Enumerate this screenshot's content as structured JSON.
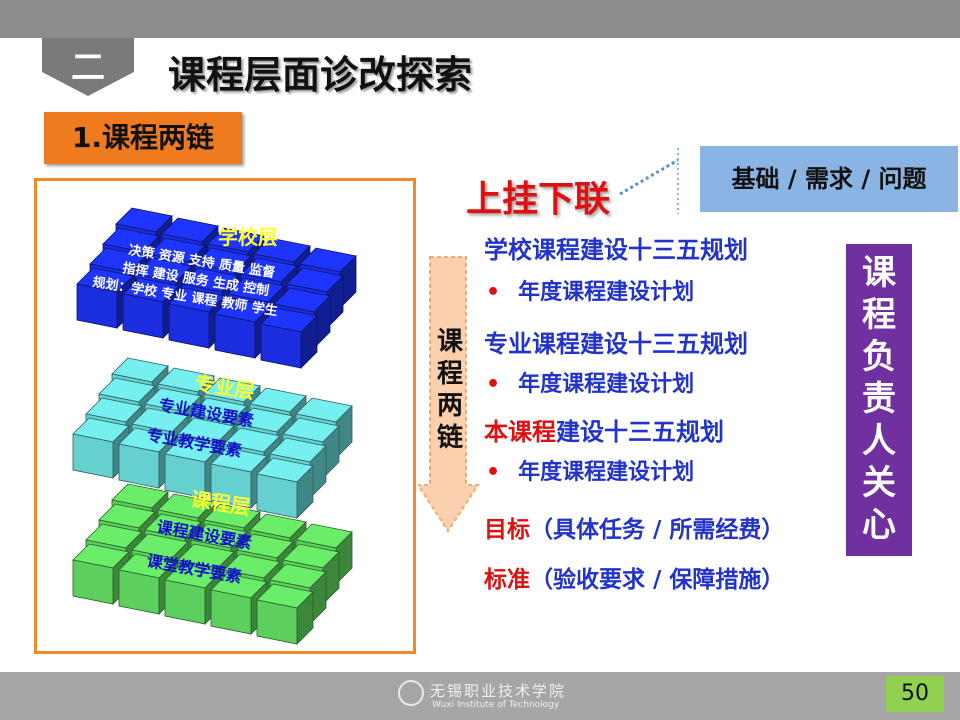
{
  "header": {
    "section_number": "二",
    "title": "课程层面诊改探索"
  },
  "subtitle": "1.课程两链",
  "diagram": {
    "school_layer": {
      "title": "学校层",
      "lines": [
        "决策 资源 支持 质量 监督",
        "指挥 建设 服务 生成 控制",
        "规划：学校 专业 课程 教师 学生"
      ]
    },
    "major_layer": {
      "title": "专业层",
      "lines": [
        "专业建设要素",
        "专业教学要素"
      ]
    },
    "course_layer": {
      "title": "课程层",
      "lines": [
        "课程建设要素",
        "课堂教学要素"
      ]
    }
  },
  "links": {
    "title": "上挂下联",
    "basis": "基础 / 需求 / 问题"
  },
  "arrow_label": "课程两链",
  "plans": [
    {
      "prefix": "",
      "text": "学校课程建设十三五规划",
      "bullet": "年度课程建设计划"
    },
    {
      "prefix": "",
      "text": "专业课程建设十三五规划",
      "bullet": "年度课程建设计划"
    },
    {
      "prefix": "本课程",
      "text": "建设十三五规划",
      "bullet": "年度课程建设计划"
    }
  ],
  "targets": [
    {
      "label": "目标",
      "detail": "（具体任务 / 所需经费）"
    },
    {
      "label": "标准",
      "detail": "（验收要求 / 保障措施）"
    }
  ],
  "owner_label": "课程负责人关心",
  "footer": {
    "school_name_cn": "无锡职业技术学院",
    "school_name_en": "Wuxi Institute of Technology",
    "page_number": "50"
  },
  "colors": {
    "school_cube": "#1a2ee0",
    "major_cube": "#66d0d0",
    "course_cube": "#5ccf5c",
    "accent_orange": "#f07a1e",
    "owner_purple": "#7030a0",
    "page_badge": "#92d050"
  }
}
